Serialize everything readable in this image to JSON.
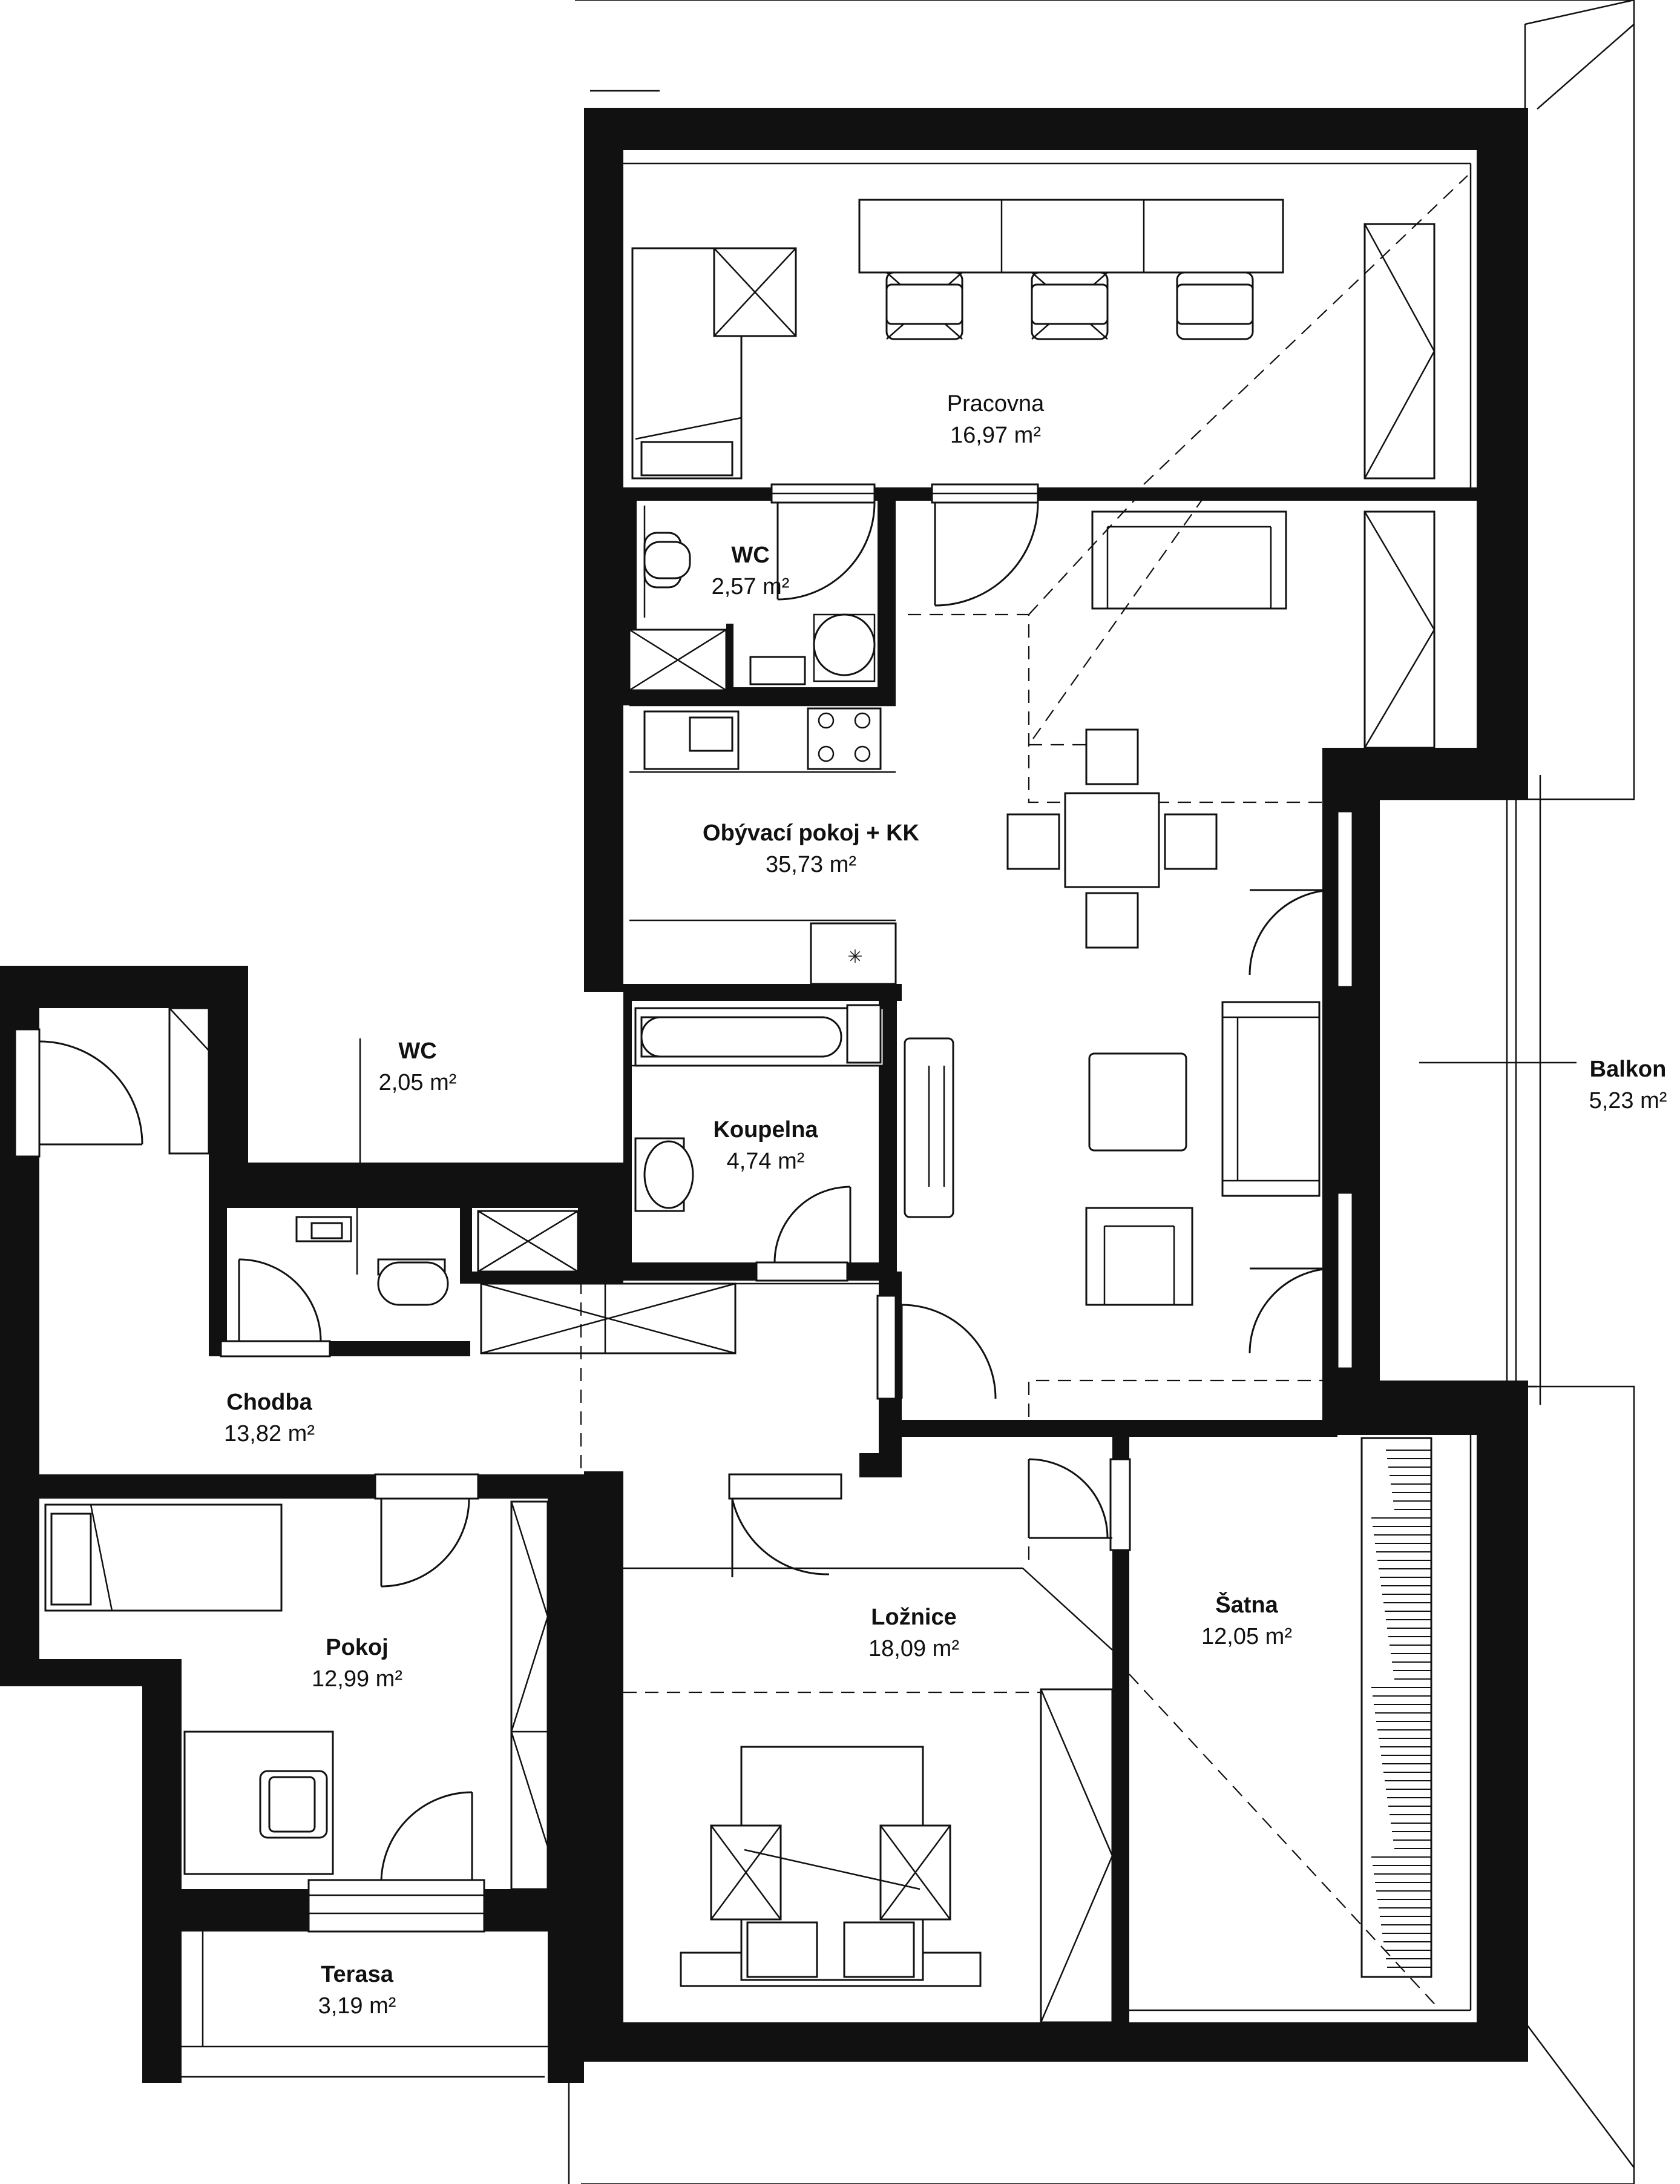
{
  "rooms": [
    {
      "id": "pracovna",
      "name": "Pracovna",
      "area": "16,97 m²"
    },
    {
      "id": "wc-upper",
      "name": "WC",
      "area": "2,57 m²"
    },
    {
      "id": "obyvaci",
      "name": "Obývací pokoj + KK",
      "area": "35,73 m²"
    },
    {
      "id": "wc-left",
      "name": "WC",
      "area": "2,05 m²"
    },
    {
      "id": "koupelna",
      "name": "Koupelna",
      "area": "4,74 m²"
    },
    {
      "id": "balkon",
      "name": "Balkon",
      "area": "5,23 m²"
    },
    {
      "id": "chodba",
      "name": "Chodba",
      "area": "13,82 m²"
    },
    {
      "id": "loznice",
      "name": "Ložnice",
      "area": "18,09 m²"
    },
    {
      "id": "satna",
      "name": "Šatna",
      "area": "12,05 m²"
    },
    {
      "id": "pokoj",
      "name": "Pokoj",
      "area": "12,99 m²"
    },
    {
      "id": "terasa",
      "name": "Terasa",
      "area": "3,19 m²"
    }
  ],
  "colors": {
    "wall": "#111111",
    "background": "#ffffff"
  },
  "icons": [
    "fridge-snowflake-icon"
  ]
}
